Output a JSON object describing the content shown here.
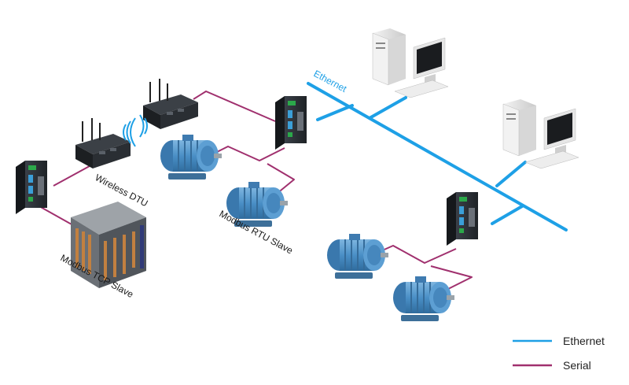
{
  "labels": {
    "ethernet_line": "Ethernet",
    "wireless_dtu": "Wireless DTU",
    "modbus_rtu_slave": "Modbus RTU Slave",
    "modbus_tcp_slave": "Modbus TCP Slave"
  },
  "legend": [
    {
      "label": "Ethernet",
      "color": "#1ea0e6"
    },
    {
      "label": "Serial",
      "color": "#a0306e"
    }
  ],
  "colors": {
    "ethernet": "#1ea0e6",
    "serial": "#a0306e",
    "motor_body": "#4a90c8",
    "device_dark": "#2a2e33"
  }
}
